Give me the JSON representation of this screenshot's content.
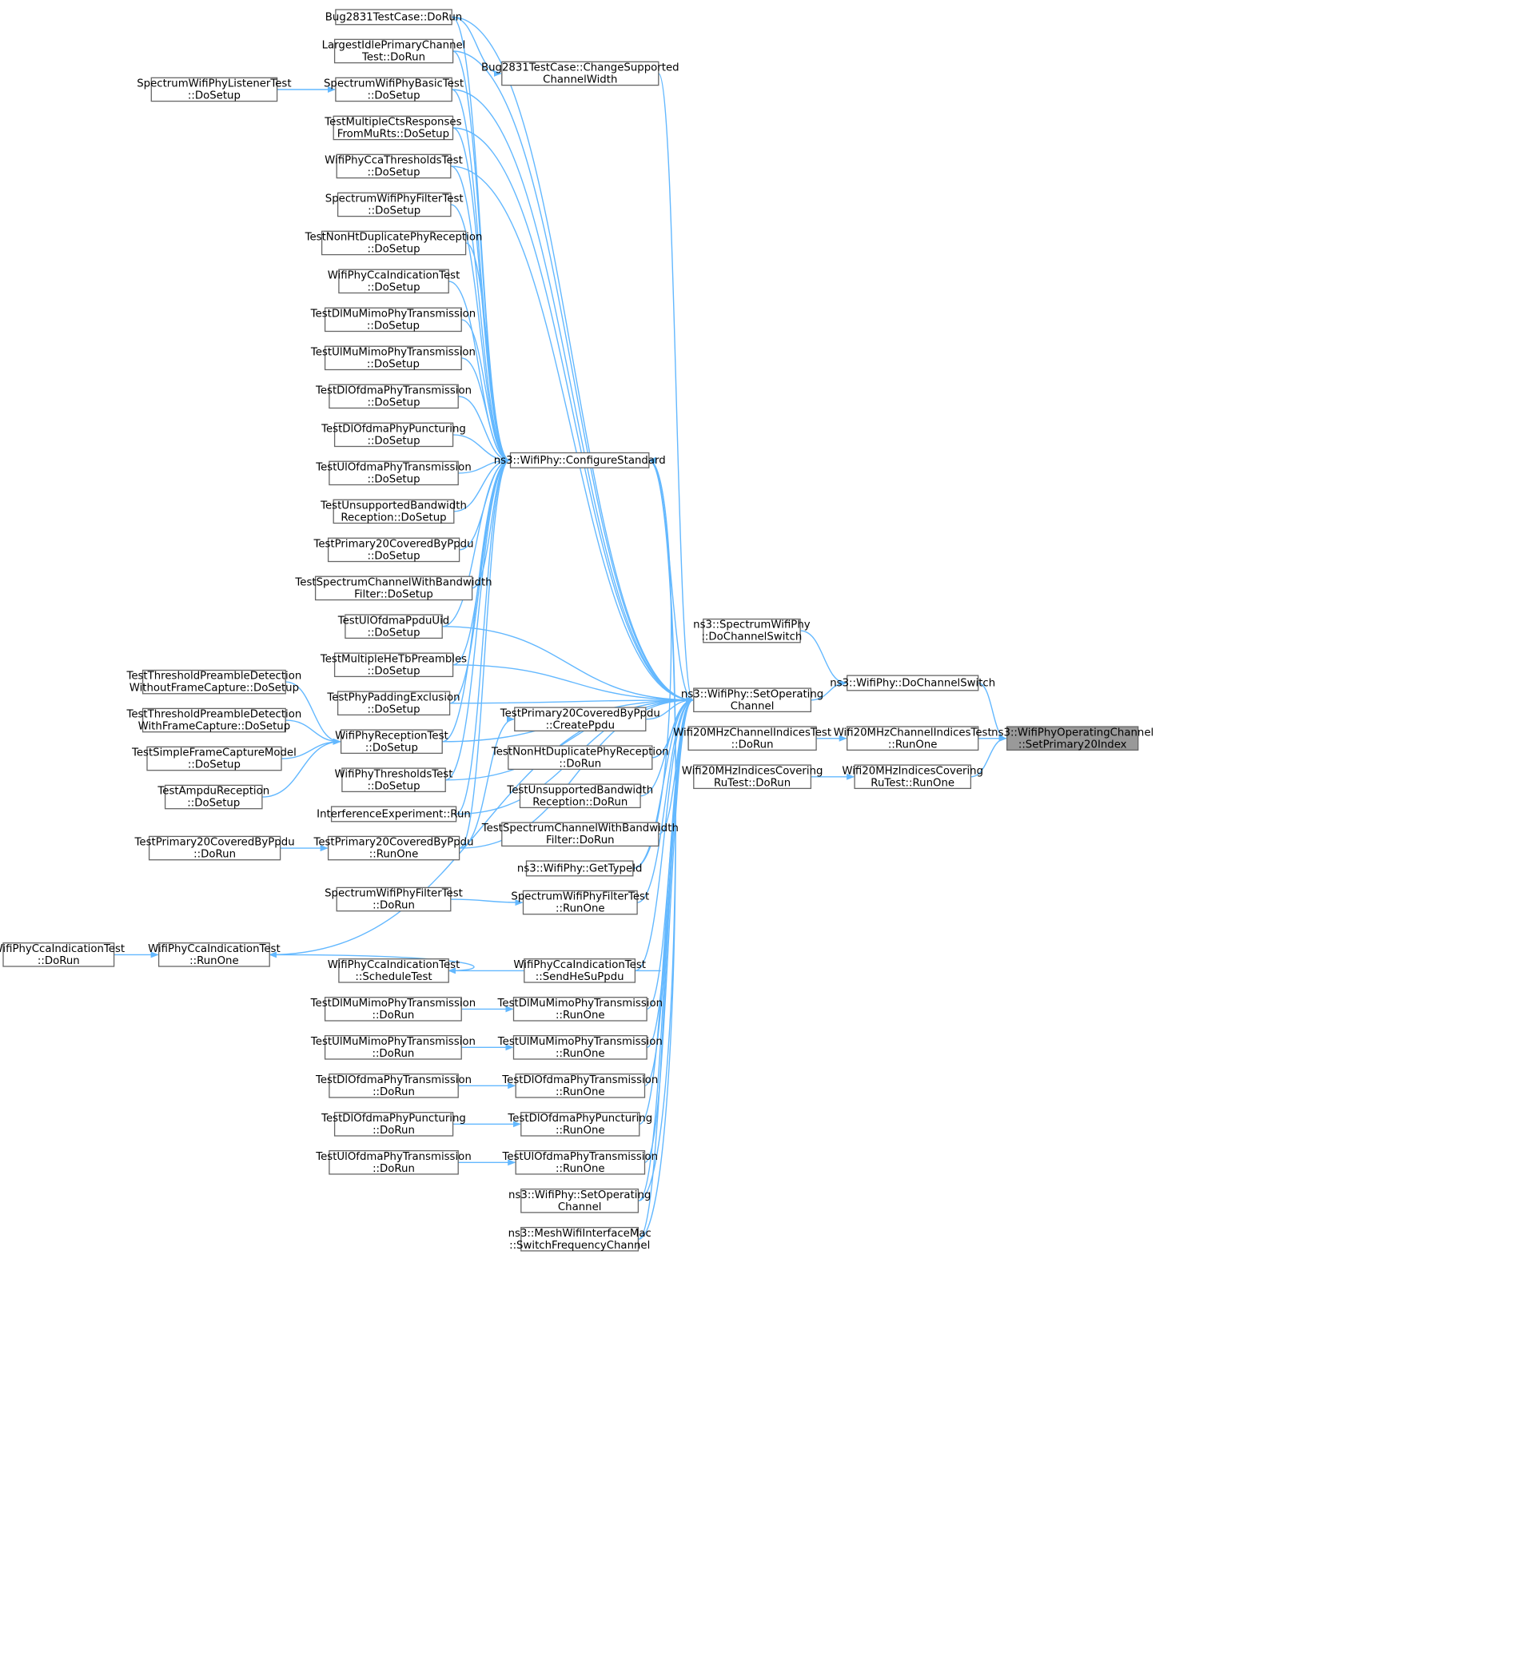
{
  "root": "n-sp20",
  "nodes": [
    {
      "id": "n-sp20",
      "lines": [
        "ns3::WifiPhyOperatingChannel",
        "::SetPrimary20Index"
      ]
    },
    {
      "id": "n-dcs",
      "lines": [
        "ns3::WifiPhy::DoChannelSwitch"
      ]
    },
    {
      "id": "n-w20ci-ro",
      "lines": [
        "Wifi20MHzChannelIndicesTest",
        "::RunOne"
      ]
    },
    {
      "id": "n-w20icr-ro",
      "lines": [
        "Wifi20MHzIndicesCovering",
        "RuTest::RunOne"
      ]
    },
    {
      "id": "n-sphy-dcs",
      "lines": [
        "ns3::SpectrumWifiPhy",
        "::DoChannelSwitch"
      ]
    },
    {
      "id": "n-soc",
      "lines": [
        "ns3::WifiPhy::SetOperating",
        "Channel"
      ]
    },
    {
      "id": "n-w20ci-dr",
      "lines": [
        "Wifi20MHzChannelIndicesTest",
        "::DoRun"
      ]
    },
    {
      "id": "n-w20icr-dr",
      "lines": [
        "Wifi20MHzIndicesCovering",
        "RuTest::DoRun"
      ]
    },
    {
      "id": "n-bug-csw",
      "lines": [
        "Bug2831TestCase::ChangeSupported",
        "ChannelWidth"
      ]
    },
    {
      "id": "n-cs",
      "lines": [
        "ns3::WifiPhy::ConfigureStandard"
      ]
    },
    {
      "id": "n-p20-cp",
      "lines": [
        "TestPrimary20CoveredByPpdu",
        "::CreatePpdu"
      ]
    },
    {
      "id": "n-nht-dr",
      "lines": [
        "TestNonHtDuplicatePhyReception",
        "::DoRun"
      ]
    },
    {
      "id": "n-ubw-dr",
      "lines": [
        "TestUnsupportedBandwidth",
        "Reception::DoRun"
      ]
    },
    {
      "id": "n-scbf-dr",
      "lines": [
        "TestSpectrumChannelWithBandwidth",
        "Filter::DoRun"
      ]
    },
    {
      "id": "n-gti",
      "lines": [
        "ns3::WifiPhy::GetTypeId"
      ]
    },
    {
      "id": "n-swpf-ro",
      "lines": [
        "SpectrumWifiPhyFilterTest",
        "::RunOne"
      ]
    },
    {
      "id": "n-cca-shs",
      "lines": [
        "WifiPhyCcaIndicationTest",
        "::SendHeSuPpdu"
      ]
    },
    {
      "id": "n-dlmumimo-ro",
      "lines": [
        "TestDlMuMimoPhyTransmission",
        "::RunOne"
      ]
    },
    {
      "id": "n-ulmumimo-ro",
      "lines": [
        "TestUlMuMimoPhyTransmission",
        "::RunOne"
      ]
    },
    {
      "id": "n-dlofdma-ro",
      "lines": [
        "TestDlOfdmaPhyTransmission",
        "::RunOne"
      ]
    },
    {
      "id": "n-dlpunc-ro",
      "lines": [
        "TestDlOfdmaPhyPuncturing",
        "::RunOne"
      ]
    },
    {
      "id": "n-ulofdma-ro",
      "lines": [
        "TestUlOfdmaPhyTransmission",
        "::RunOne"
      ]
    },
    {
      "id": "n-soc2",
      "lines": [
        "ns3::WifiPhy::SetOperating",
        "Channel"
      ]
    },
    {
      "id": "n-mesh",
      "lines": [
        "ns3::MeshWifiInterfaceMac",
        "::SwitchFrequencyChannel"
      ]
    },
    {
      "id": "n-bug-dr",
      "lines": [
        "Bug2831TestCase::DoRun"
      ]
    },
    {
      "id": "n-lipc",
      "lines": [
        "LargestIdlePrimaryChannel",
        "Test::DoRun"
      ]
    },
    {
      "id": "n-swpb-ds",
      "lines": [
        "SpectrumWifiPhyBasicTest",
        "::DoSetup"
      ]
    },
    {
      "id": "n-mcts",
      "lines": [
        "TestMultipleCtsResponses",
        "FromMuRts::DoSetup"
      ]
    },
    {
      "id": "n-ccath-ds",
      "lines": [
        "WifiPhyCcaThresholdsTest",
        "::DoSetup"
      ]
    },
    {
      "id": "n-swpf-ds",
      "lines": [
        "SpectrumWifiPhyFilterTest",
        "::DoSetup"
      ]
    },
    {
      "id": "n-nht-ds",
      "lines": [
        "TestNonHtDuplicatePhyReception",
        "::DoSetup"
      ]
    },
    {
      "id": "n-cca-ds",
      "lines": [
        "WifiPhyCcaIndicationTest",
        "::DoSetup"
      ]
    },
    {
      "id": "n-dlmumimo-ds",
      "lines": [
        "TestDlMuMimoPhyTransmission",
        "::DoSetup"
      ]
    },
    {
      "id": "n-ulmumimo-ds",
      "lines": [
        "TestUlMuMimoPhyTransmission",
        "::DoSetup"
      ]
    },
    {
      "id": "n-dlofdma-ds",
      "lines": [
        "TestDlOfdmaPhyTransmission",
        "::DoSetup"
      ]
    },
    {
      "id": "n-dlpunc-ds",
      "lines": [
        "TestDlOfdmaPhyPuncturing",
        "::DoSetup"
      ]
    },
    {
      "id": "n-ulofdma-ds",
      "lines": [
        "TestUlOfdmaPhyTransmission",
        "::DoSetup"
      ]
    },
    {
      "id": "n-ubw-ds",
      "lines": [
        "TestUnsupportedBandwidth",
        "Reception::DoSetup"
      ]
    },
    {
      "id": "n-p20-ds",
      "lines": [
        "TestPrimary20CoveredByPpdu",
        "::DoSetup"
      ]
    },
    {
      "id": "n-scbf-ds",
      "lines": [
        "TestSpectrumChannelWithBandwidth",
        "Filter::DoSetup"
      ]
    },
    {
      "id": "n-ulpuid-ds",
      "lines": [
        "TestUlOfdmaPpduUid",
        "::DoSetup"
      ]
    },
    {
      "id": "n-mhetb-ds",
      "lines": [
        "TestMultipleHeTbPreambles",
        "::DoSetup"
      ]
    },
    {
      "id": "n-ppe-ds",
      "lines": [
        "TestPhyPaddingExclusion",
        "::DoSetup"
      ]
    },
    {
      "id": "n-rx-ds",
      "lines": [
        "WifiPhyReceptionTest",
        "::DoSetup"
      ]
    },
    {
      "id": "n-thr-ds",
      "lines": [
        "WifiPhyThresholdsTest",
        "::DoSetup"
      ]
    },
    {
      "id": "n-ie-run",
      "lines": [
        "InterferenceExperiment::Run"
      ]
    },
    {
      "id": "n-p20-ro",
      "lines": [
        "TestPrimary20CoveredByPpdu",
        "::RunOne"
      ]
    },
    {
      "id": "n-swpf-dr",
      "lines": [
        "SpectrumWifiPhyFilterTest",
        "::DoRun"
      ]
    },
    {
      "id": "n-cca-ro",
      "lines": [
        "WifiPhyCcaIndicationTest",
        "::RunOne"
      ]
    },
    {
      "id": "n-cca-st",
      "lines": [
        "WifiPhyCcaIndicationTest",
        "::ScheduleTest"
      ]
    },
    {
      "id": "n-dlmumimo-dr",
      "lines": [
        "TestDlMuMimoPhyTransmission",
        "::DoRun"
      ]
    },
    {
      "id": "n-ulmumimo-dr",
      "lines": [
        "TestUlMuMimoPhyTransmission",
        "::DoRun"
      ]
    },
    {
      "id": "n-dlofdma-dr",
      "lines": [
        "TestDlOfdmaPhyTransmission",
        "::DoRun"
      ]
    },
    {
      "id": "n-dlpunc-dr",
      "lines": [
        "TestDlOfdmaPhyPuncturing",
        "::DoRun"
      ]
    },
    {
      "id": "n-ulofdma-dr",
      "lines": [
        "TestUlOfdmaPhyTransmission",
        "::DoRun"
      ]
    },
    {
      "id": "n-swpl-ds",
      "lines": [
        "SpectrumWifiPhyListenerTest",
        "::DoSetup"
      ]
    },
    {
      "id": "n-tpd-wo",
      "lines": [
        "TestThresholdPreambleDetection",
        "WithoutFrameCapture::DoSetup"
      ]
    },
    {
      "id": "n-tpd-w",
      "lines": [
        "TestThresholdPreambleDetection",
        "WithFrameCapture::DoSetup"
      ]
    },
    {
      "id": "n-sfcm-ds",
      "lines": [
        "TestSimpleFrameCaptureModel",
        "::DoSetup"
      ]
    },
    {
      "id": "n-ampdu-ds",
      "lines": [
        "TestAmpduReception",
        "::DoSetup"
      ]
    },
    {
      "id": "n-p20-dr",
      "lines": [
        "TestPrimary20CoveredByPpdu",
        "::DoRun"
      ]
    },
    {
      "id": "n-cca-dr",
      "lines": [
        "WifiPhyCcaIndicationTest",
        "::DoRun"
      ]
    }
  ],
  "edges": [
    {
      "from": "n-dcs",
      "to": "n-sp20"
    },
    {
      "from": "n-w20ci-ro",
      "to": "n-sp20"
    },
    {
      "from": "n-w20icr-ro",
      "to": "n-sp20"
    },
    {
      "from": "n-sphy-dcs",
      "to": "n-dcs"
    },
    {
      "from": "n-soc",
      "to": "n-dcs"
    },
    {
      "from": "n-w20ci-dr",
      "to": "n-w20ci-ro"
    },
    {
      "from": "n-w20icr-dr",
      "to": "n-w20icr-ro"
    },
    {
      "from": "n-bug-csw",
      "to": "n-soc"
    },
    {
      "from": "n-cs",
      "to": "n-soc"
    },
    {
      "from": "n-p20-cp",
      "to": "n-soc"
    },
    {
      "from": "n-nht-dr",
      "to": "n-soc"
    },
    {
      "from": "n-ubw-dr",
      "to": "n-soc"
    },
    {
      "from": "n-scbf-dr",
      "to": "n-soc"
    },
    {
      "from": "n-gti",
      "to": "n-soc"
    },
    {
      "from": "n-swpf-ro",
      "to": "n-soc"
    },
    {
      "from": "n-cca-shs",
      "to": "n-soc"
    },
    {
      "from": "n-dlmumimo-ro",
      "to": "n-soc"
    },
    {
      "from": "n-ulmumimo-ro",
      "to": "n-soc"
    },
    {
      "from": "n-dlofdma-ro",
      "to": "n-soc"
    },
    {
      "from": "n-dlpunc-ro",
      "to": "n-soc"
    },
    {
      "from": "n-ulofdma-ro",
      "to": "n-soc"
    },
    {
      "from": "n-soc2",
      "to": "n-soc"
    },
    {
      "from": "n-mesh",
      "to": "n-soc"
    },
    {
      "from": "n-bug-dr",
      "to": "n-soc"
    },
    {
      "from": "n-lipc",
      "to": "n-soc"
    },
    {
      "from": "n-swpb-ds",
      "to": "n-soc"
    },
    {
      "from": "n-mcts",
      "to": "n-soc"
    },
    {
      "from": "n-ccath-ds",
      "to": "n-soc"
    },
    {
      "from": "n-ulpuid-ds",
      "to": "n-soc"
    },
    {
      "from": "n-mhetb-ds",
      "to": "n-soc"
    },
    {
      "from": "n-ppe-ds",
      "to": "n-soc"
    },
    {
      "from": "n-rx-ds",
      "to": "n-soc"
    },
    {
      "from": "n-thr-ds",
      "to": "n-soc"
    },
    {
      "from": "n-ie-run",
      "to": "n-soc"
    },
    {
      "from": "n-p20-ro",
      "to": "n-soc"
    },
    {
      "from": "n-cca-ro",
      "to": "n-soc"
    },
    {
      "from": "n-bug-dr",
      "to": "n-bug-csw"
    },
    {
      "from": "n-soc2",
      "to": "n-cs"
    },
    {
      "from": "n-mesh",
      "to": "n-cs"
    },
    {
      "from": "n-gti",
      "to": "n-cs"
    },
    {
      "from": "n-bug-dr",
      "to": "n-cs"
    },
    {
      "from": "n-lipc",
      "to": "n-cs"
    },
    {
      "from": "n-swpb-ds",
      "to": "n-cs"
    },
    {
      "from": "n-mcts",
      "to": "n-cs"
    },
    {
      "from": "n-ccath-ds",
      "to": "n-cs"
    },
    {
      "from": "n-swpf-ds",
      "to": "n-cs"
    },
    {
      "from": "n-nht-ds",
      "to": "n-cs"
    },
    {
      "from": "n-cca-ds",
      "to": "n-cs"
    },
    {
      "from": "n-dlmumimo-ds",
      "to": "n-cs"
    },
    {
      "from": "n-ulmumimo-ds",
      "to": "n-cs"
    },
    {
      "from": "n-dlofdma-ds",
      "to": "n-cs"
    },
    {
      "from": "n-dlpunc-ds",
      "to": "n-cs"
    },
    {
      "from": "n-ulofdma-ds",
      "to": "n-cs"
    },
    {
      "from": "n-ubw-ds",
      "to": "n-cs"
    },
    {
      "from": "n-p20-ds",
      "to": "n-cs"
    },
    {
      "from": "n-scbf-ds",
      "to": "n-cs"
    },
    {
      "from": "n-ulpuid-ds",
      "to": "n-cs"
    },
    {
      "from": "n-mhetb-ds",
      "to": "n-cs"
    },
    {
      "from": "n-ppe-ds",
      "to": "n-cs"
    },
    {
      "from": "n-rx-ds",
      "to": "n-cs"
    },
    {
      "from": "n-thr-ds",
      "to": "n-cs"
    },
    {
      "from": "n-ie-run",
      "to": "n-cs"
    },
    {
      "from": "n-p20-ro",
      "to": "n-cs"
    },
    {
      "from": "n-p20-ro",
      "to": "n-p20-cp"
    },
    {
      "from": "n-swpf-dr",
      "to": "n-swpf-ro"
    },
    {
      "from": "n-cca-st",
      "to": "n-cca-ro"
    },
    {
      "from": "n-cca-shs",
      "to": "n-cca-st"
    },
    {
      "from": "n-dlmumimo-dr",
      "to": "n-dlmumimo-ro"
    },
    {
      "from": "n-ulmumimo-dr",
      "to": "n-ulmumimo-ro"
    },
    {
      "from": "n-dlofdma-dr",
      "to": "n-dlofdma-ro"
    },
    {
      "from": "n-dlpunc-dr",
      "to": "n-dlpunc-ro"
    },
    {
      "from": "n-ulofdma-dr",
      "to": "n-ulofdma-ro"
    },
    {
      "from": "n-swpl-ds",
      "to": "n-swpb-ds"
    },
    {
      "from": "n-tpd-wo",
      "to": "n-rx-ds"
    },
    {
      "from": "n-tpd-w",
      "to": "n-rx-ds"
    },
    {
      "from": "n-sfcm-ds",
      "to": "n-rx-ds"
    },
    {
      "from": "n-ampdu-ds",
      "to": "n-rx-ds"
    },
    {
      "from": "n-p20-dr",
      "to": "n-p20-ro"
    },
    {
      "from": "n-cca-dr",
      "to": "n-cca-ro"
    }
  ],
  "colors": {
    "edge": "#63b8ff",
    "node_border": "#666666",
    "root_fill": "#999999"
  }
}
